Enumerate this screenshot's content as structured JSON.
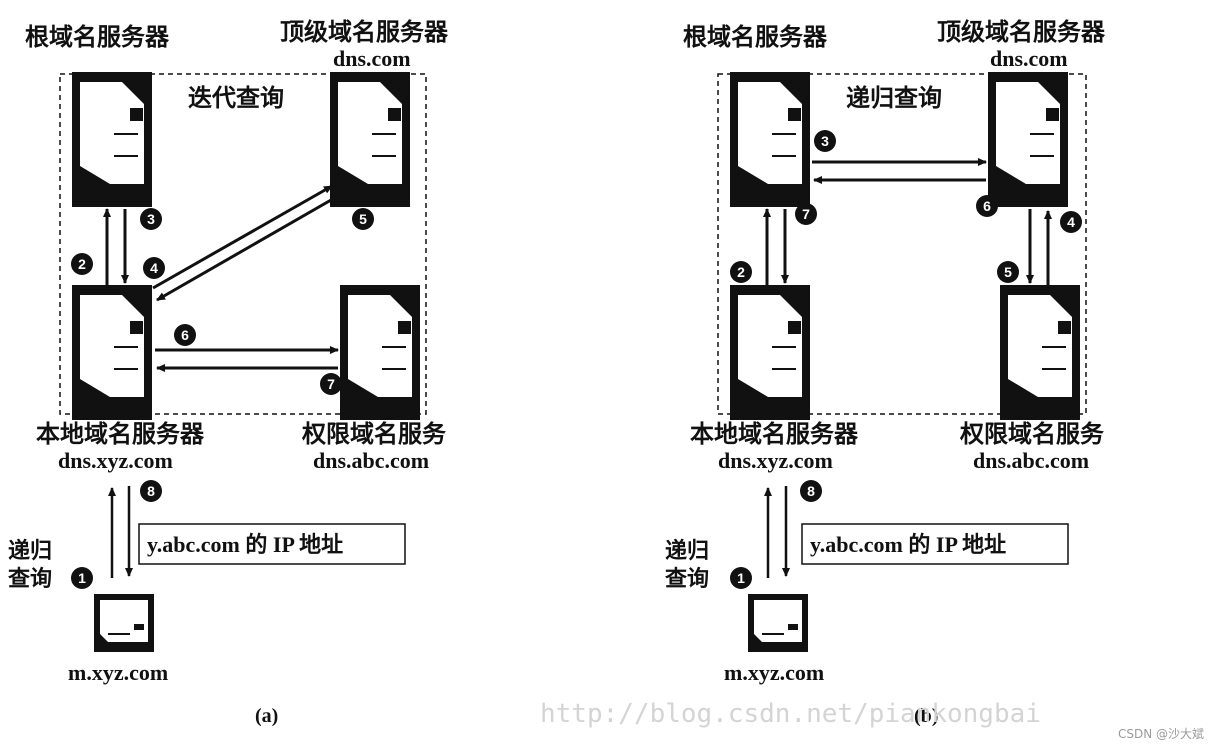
{
  "panel_a": {
    "caption": "(a)",
    "root_label": "根域名服务器",
    "tld_label": "顶级域名服务器",
    "tld_host": "dns.com",
    "query_label": "迭代查询",
    "local_label": "本地域名服务器",
    "local_host": "dns.xyz.com",
    "auth_label": "权限域名服务",
    "auth_host": "dns.abc.com",
    "client_host": "m.xyz.com",
    "client_query_label": [
      "递归",
      "查询"
    ],
    "answer_box": "y.abc.com 的 IP 地址",
    "steps": [
      "1",
      "2",
      "3",
      "4",
      "5",
      "6",
      "7",
      "8"
    ]
  },
  "panel_b": {
    "caption": "(b)",
    "root_label": "根域名服务器",
    "tld_label": "顶级域名服务器",
    "tld_host": "dns.com",
    "query_label": "递归查询",
    "local_label": "本地域名服务器",
    "local_host": "dns.xyz.com",
    "auth_label": "权限域名服务",
    "auth_host": "dns.abc.com",
    "client_host": "m.xyz.com",
    "client_query_label": [
      "递归",
      "查询"
    ],
    "answer_box": "y.abc.com 的 IP 地址",
    "steps": [
      "1",
      "2",
      "3",
      "4",
      "5",
      "6",
      "7",
      "8"
    ]
  },
  "watermark": "http://blog.csdn.net/piankongbai",
  "credit": "CSDN @沙大斌",
  "colors": {
    "ink": "#111111",
    "box": "#000000",
    "watermark": "#d4d4d4"
  }
}
